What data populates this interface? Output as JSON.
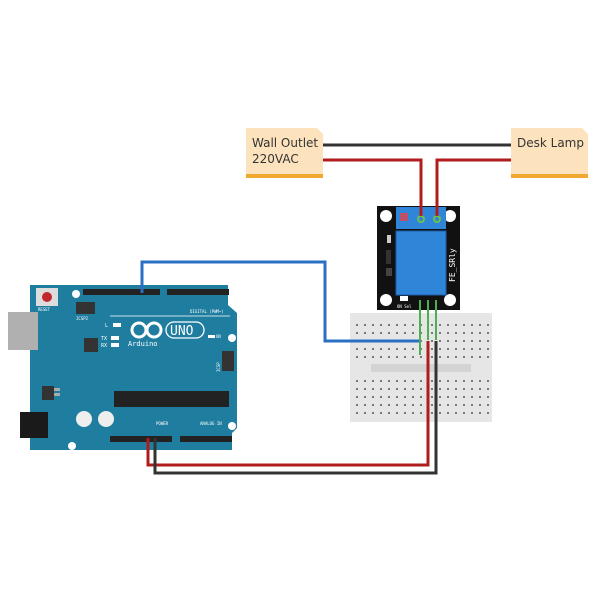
{
  "notes": {
    "wall_outlet": {
      "line1": "Wall Outlet",
      "line2": "220VAC"
    },
    "desk_lamp": {
      "line1": "Desk Lamp"
    }
  },
  "relay": {
    "label": "FE_SRly",
    "switch_label": "ON Sel"
  },
  "arduino": {
    "brand": "Arduino",
    "model": "UNO",
    "reset": "RESET",
    "icsp2": "ICSP2",
    "icsp": "ICSP",
    "led_l": "L",
    "led_tx": "TX",
    "led_rx": "RX",
    "led_on": "ON",
    "digital": "DIGITAL (PWM~)",
    "power": "POWER",
    "analog": "ANALOG IN"
  },
  "colors": {
    "note_bg": "#fde3bd",
    "note_stripe": "#f0a830",
    "board": "#1f7ea0",
    "relay_blue": "#2f86d8",
    "wire_red": "#b01c1c",
    "wire_black": "#333333",
    "wire_blue": "#2a6fc4",
    "wire_green": "#4caf50",
    "breadboard": "#e6e6e6"
  }
}
